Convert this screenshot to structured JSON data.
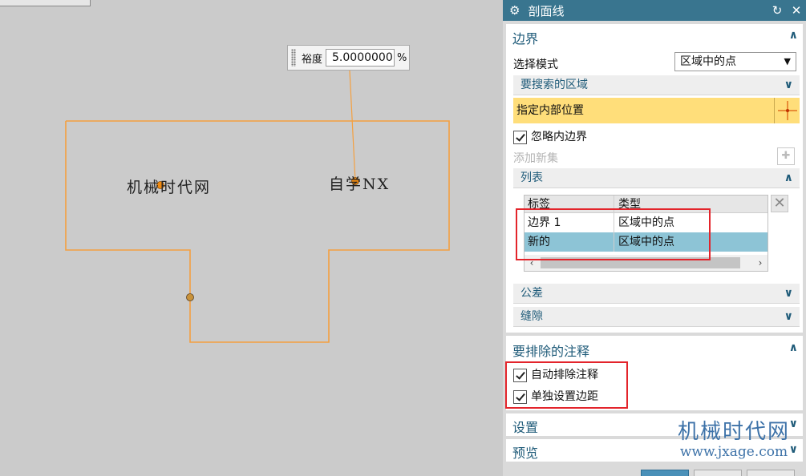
{
  "canvas": {
    "sketch_text_left": "机械时代网",
    "sketch_text_right": "自学NX",
    "tolerance": {
      "label": "裕度",
      "value": "5.0000000",
      "unit": "%"
    }
  },
  "panel": {
    "title": "剖面线",
    "boundary": {
      "header": "边界",
      "select_mode_label": "选择模式",
      "select_mode_value": "区域中的点",
      "search_region": "要搜索的区域",
      "specify_inner_point": "指定内部位置",
      "ignore_inner_boundary": "忽略内边界",
      "add_new_set": "添加新集",
      "list": {
        "header": "列表",
        "columns": [
          "标签",
          "类型"
        ],
        "rows": [
          {
            "label": "边界 1",
            "type": "区域中的点"
          },
          {
            "label": "新的",
            "type": "区域中的点"
          }
        ]
      },
      "tolerance": "公差",
      "gap": "缝隙"
    },
    "exclude_annotations": {
      "header": "要排除的注释",
      "auto_exclude": "自动排除注释",
      "set_margin_separately": "单独设置边距"
    },
    "settings": "设置",
    "preview": "预览"
  },
  "watermark": {
    "line1": "机械时代网",
    "line2": "www.jxage.com"
  },
  "colors": {
    "title_bar": "#39758f",
    "section_header": "#1f5b79",
    "highlight": "#ffde7a",
    "selected_row": "#8dc4d6",
    "annotation_red": "#e3242b",
    "sketch_orange": "#f4a040"
  }
}
